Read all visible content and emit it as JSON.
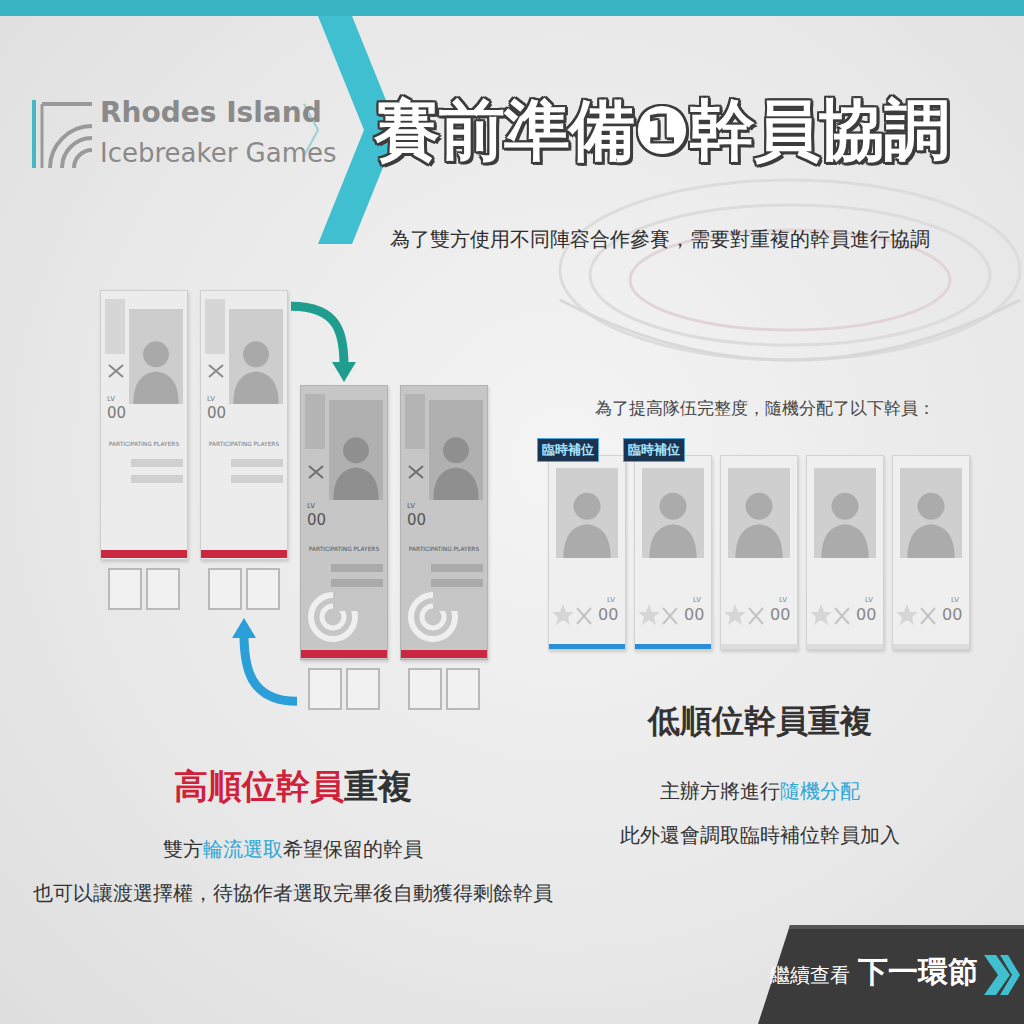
{
  "diagram": {
    "title": "賽前準備❶幹員協調",
    "nodes": [
      {
        "text": [
          "LV",
          "00",
          "PARTICIPATING PLAYERS"
        ]
      },
      {
        "text": [
          "LV",
          "00",
          "PARTICIPATING PLAYERS"
        ]
      },
      {
        "text": [
          "LV",
          "00",
          "PARTICIPATING PLAYERS"
        ]
      },
      {
        "text": [
          "LV",
          "00",
          "PARTICIPATING PLAYERS"
        ]
      },
      {
        "text": [
          "臨時補位",
          "LV",
          "00"
        ]
      },
      {
        "text": [
          "臨時補位",
          "LV",
          "00"
        ]
      },
      {
        "text": [
          "LV",
          "00"
        ]
      },
      {
        "text": [
          "LV",
          "00"
        ]
      },
      {
        "text": [
          "LV",
          "00"
        ]
      }
    ],
    "edges": [
      {
        "from": 1,
        "to": 2,
        "arrow": "to"
      },
      {
        "from": 2,
        "to": 1,
        "arrow": "to"
      }
    ],
    "labels": [
      "Rhodes Island",
      "Icebreaker Games",
      "為了雙方使用不同陣容合作參賽，需要對重複的幹員進行協調",
      "為了提高隊伍完整度，隨機分配了以下幹員：",
      "高順位幹員",
      "重複",
      "雙方",
      "輪流選取",
      "希望保留的幹員",
      "也可以讓渡選擇權，待協作者選取完畢後自動獲得剩餘幹員",
      "低順位幹員重複",
      "主辦方將進行",
      "隨機分配",
      "此外還會調取臨時補位幹員加入",
      "繼續查看",
      "下一環節"
    ]
  }
}
